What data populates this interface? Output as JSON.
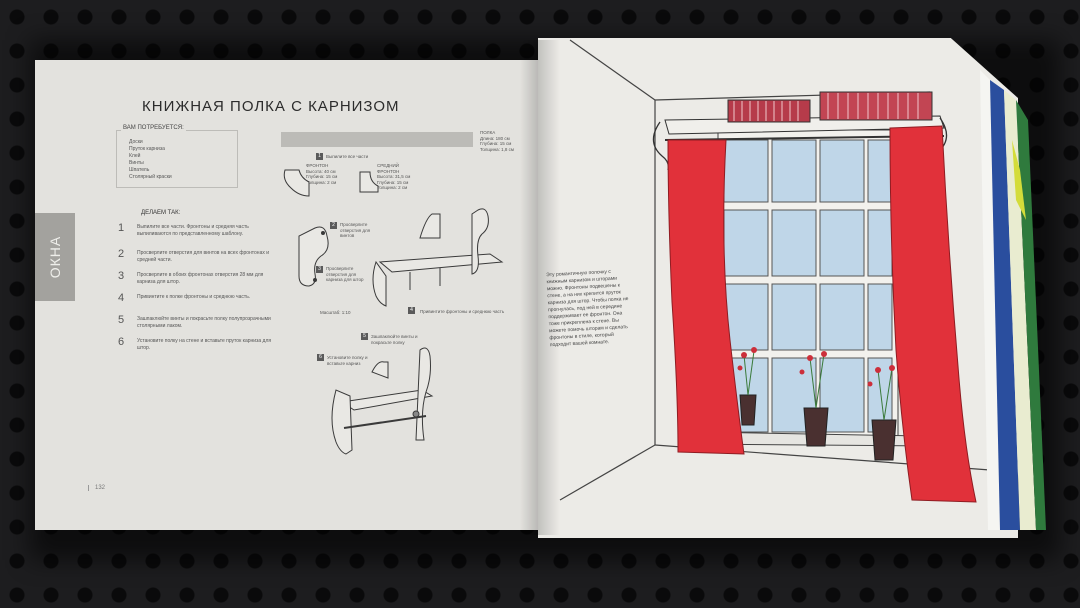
{
  "left_page": {
    "title": "КНИЖНАЯ ПОЛКА С КАРНИЗОМ",
    "section_tab": "ОКНА",
    "you_need_title": "ВАМ ПОТРЕБУЕТСЯ:",
    "you_need_items": [
      "Доски",
      "Пруток карниза",
      "Клей",
      "Винты",
      "Шпатель",
      "Столярный краски"
    ],
    "do_this_title": "ДЕЛАЕМ ТАК:",
    "steps": [
      {
        "num": "1",
        "text": "Выпилите все части. Фронтоны и средняя часть выпиливаются по представленному шаблону."
      },
      {
        "num": "2",
        "text": "Просверлите отверстия для винтов на всех фронтонах и средней части."
      },
      {
        "num": "3",
        "text": "Просверлите в обоих фронтонах отверстия 28 мм для карниза для штор."
      },
      {
        "num": "4",
        "text": "Привинтите к полке фронтоны и среднюю часть."
      },
      {
        "num": "5",
        "text": "Зашпаклюйте винты и покрасьте полку полупрозрачными столярными лаком."
      },
      {
        "num": "6",
        "text": "Установите полку на стене и вставьте пруток карниза для штор."
      }
    ],
    "page_number": "132"
  },
  "diagram": {
    "shelf_dims": "ПОЛКА\nДлина: 180 см\nГлубина: 15 см\nТолщина: 1,8 см",
    "pediment_dims": "ФРОНТОН\nВысота: 40 см\nГлубина: 15 см\nТолщина: 2 см",
    "middle_dims": "СРЕДНИЙ\nФРОНТОН\nВысота: 31,5 см\nГлубина: 15 см\nТолщина: 2 см",
    "step1_label": "Выпилите все части",
    "step2_label": "Просверлите отверстия для винтов",
    "step3_label": "Просверлите отверстия для карниза для штор",
    "step4_label": "Привинтите фронтоны и среднюю часть",
    "step5_label": "Зашпаклюйте винты и покрасьте полку",
    "step6_label": "Установите полку и вставьте карниз",
    "scale": "Масштаб: 1:10",
    "bubbles": [
      "1",
      "2",
      "3",
      "4",
      "5",
      "6"
    ]
  },
  "right_page": {
    "text": "Эту романтичную полочку с книжным карнизом и шторами можно. Фронтоны подвешены к стене, а на них крепится пруток карниза для штор. Чтобы полка не прогнулась, под ней в середине поддерживает ее фронтон. Она тоже прикреплена к стене. Вы можете помочь шторам и сделать фронтоны в стиле, который подходит вашей комнате."
  },
  "colors": {
    "curtain": "#e1313a",
    "window_glass": "#bfd6e8",
    "wall": "#ecebe7",
    "page_left": "#e3e2de",
    "tab": "#a3a29e"
  }
}
